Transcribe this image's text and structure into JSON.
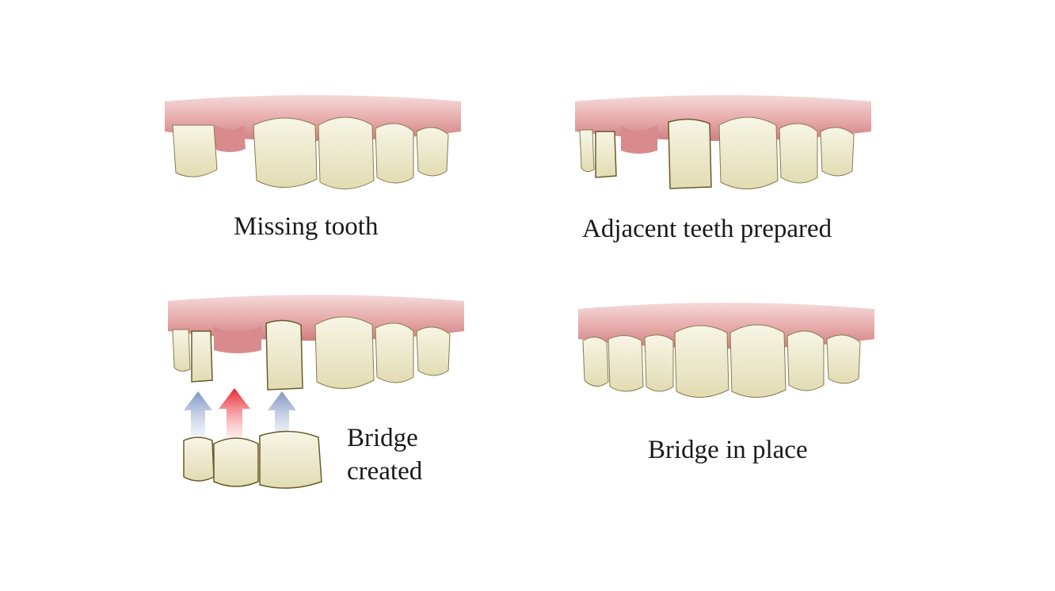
{
  "panels": [
    {
      "id": "missing",
      "caption": "Missing tooth"
    },
    {
      "id": "prepared",
      "caption": "Adjacent teeth prepared"
    },
    {
      "id": "created",
      "caption_line1": "Bridge",
      "caption_line2": "created"
    },
    {
      "id": "placed",
      "caption": "Bridge in place"
    }
  ],
  "colors": {
    "gum": "#e9b2b0",
    "gum_dark": "#c9787a",
    "tooth": "#efeccf",
    "tooth_outline": "#7a6a3a",
    "arrow_blue": "#8aa0c8",
    "arrow_red": "#e8222c"
  }
}
